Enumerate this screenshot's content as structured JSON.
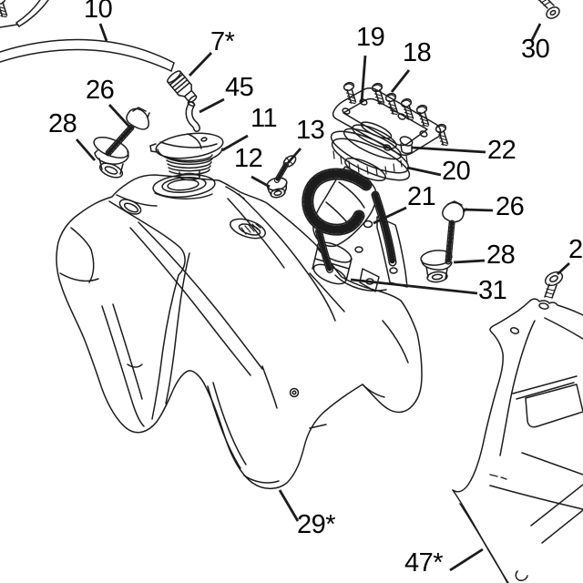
{
  "diagram": {
    "type": "exploded-parts-diagram",
    "subject": "fuel-tank-and-fuel-pump-assembly",
    "colors": {
      "background": "#ffffff",
      "line": "#1c1c1c",
      "label_text": "#000000"
    },
    "callouts": [
      {
        "name": "vent-hose",
        "label": "10"
      },
      {
        "name": "vent-fitting",
        "label": "7*"
      },
      {
        "name": "breather-tube",
        "label": "45"
      },
      {
        "name": "bolt-left",
        "label": "26"
      },
      {
        "name": "spacer-left",
        "label": "28"
      },
      {
        "name": "fuel-cap",
        "label": "11"
      },
      {
        "name": "screw-front",
        "label": "13"
      },
      {
        "name": "grommet-front",
        "label": "12"
      },
      {
        "name": "pump-mounting-plate",
        "label": "19"
      },
      {
        "name": "plate-screws",
        "label": "18"
      },
      {
        "name": "screw-top-right",
        "label": "30"
      },
      {
        "name": "plate-grommet",
        "label": "22"
      },
      {
        "name": "pump-retainer-ring",
        "label": "20"
      },
      {
        "name": "fuel-pump",
        "label": "21"
      },
      {
        "name": "bolt-right",
        "label": "26"
      },
      {
        "name": "spacer-right",
        "label": "28"
      },
      {
        "name": "pump-assembly",
        "label": "31"
      },
      {
        "name": "screw-right-edge",
        "label": "2"
      },
      {
        "name": "fuel-tank",
        "label": "29*"
      },
      {
        "name": "side-panel",
        "label": "47*"
      }
    ]
  }
}
